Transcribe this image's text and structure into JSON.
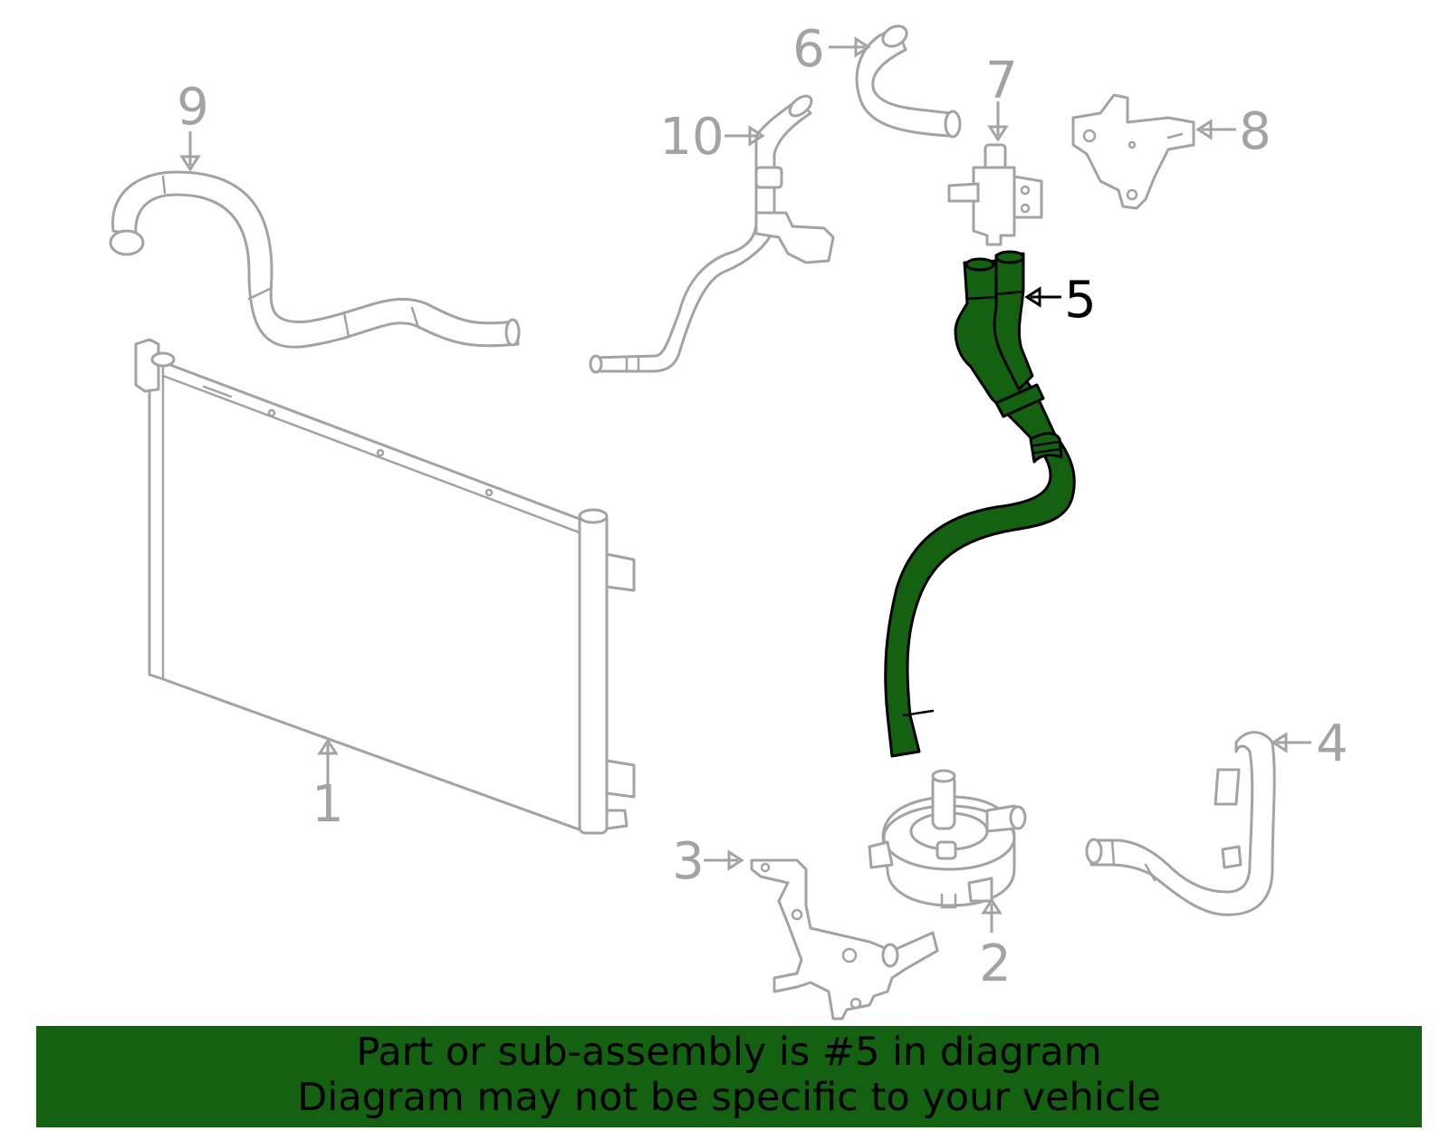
{
  "callouts": [
    {
      "id": "1",
      "label": "1"
    },
    {
      "id": "2",
      "label": "2"
    },
    {
      "id": "3",
      "label": "3"
    },
    {
      "id": "4",
      "label": "4"
    },
    {
      "id": "5",
      "label": "5"
    },
    {
      "id": "6",
      "label": "6"
    },
    {
      "id": "7",
      "label": "7"
    },
    {
      "id": "8",
      "label": "8"
    },
    {
      "id": "9",
      "label": "9"
    },
    {
      "id": "10",
      "label": "10"
    }
  ],
  "highlighted_part": "5",
  "colors": {
    "highlight": "#136111",
    "outline": "#a3a3a3",
    "text": "#000000"
  },
  "banner": {
    "line1": "Part or sub-assembly is #5 in diagram",
    "line2": "Diagram may not be specific to your vehicle"
  }
}
